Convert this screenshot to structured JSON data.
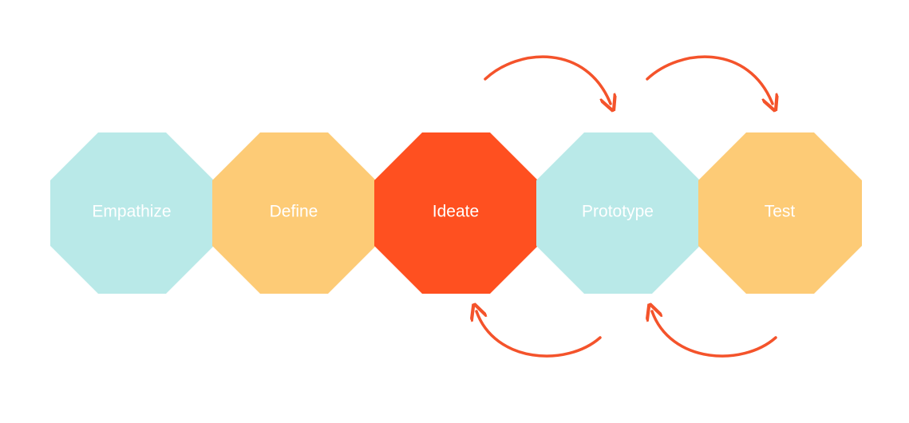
{
  "diagram": {
    "stages": [
      {
        "label": "Empathize",
        "color": "#b9e9e8"
      },
      {
        "label": "Define",
        "color": "#fdcb76"
      },
      {
        "label": "Ideate",
        "color": "#ff5020"
      },
      {
        "label": "Prototype",
        "color": "#b9e9e8"
      },
      {
        "label": "Test",
        "color": "#fdcb76"
      }
    ],
    "arrow_color": "#f4532b",
    "arrows": [
      {
        "from": "Ideate",
        "to": "Prototype",
        "direction": "forward"
      },
      {
        "from": "Prototype",
        "to": "Test",
        "direction": "forward"
      },
      {
        "from": "Prototype",
        "to": "Ideate",
        "direction": "back"
      },
      {
        "from": "Test",
        "to": "Prototype",
        "direction": "back"
      }
    ]
  }
}
